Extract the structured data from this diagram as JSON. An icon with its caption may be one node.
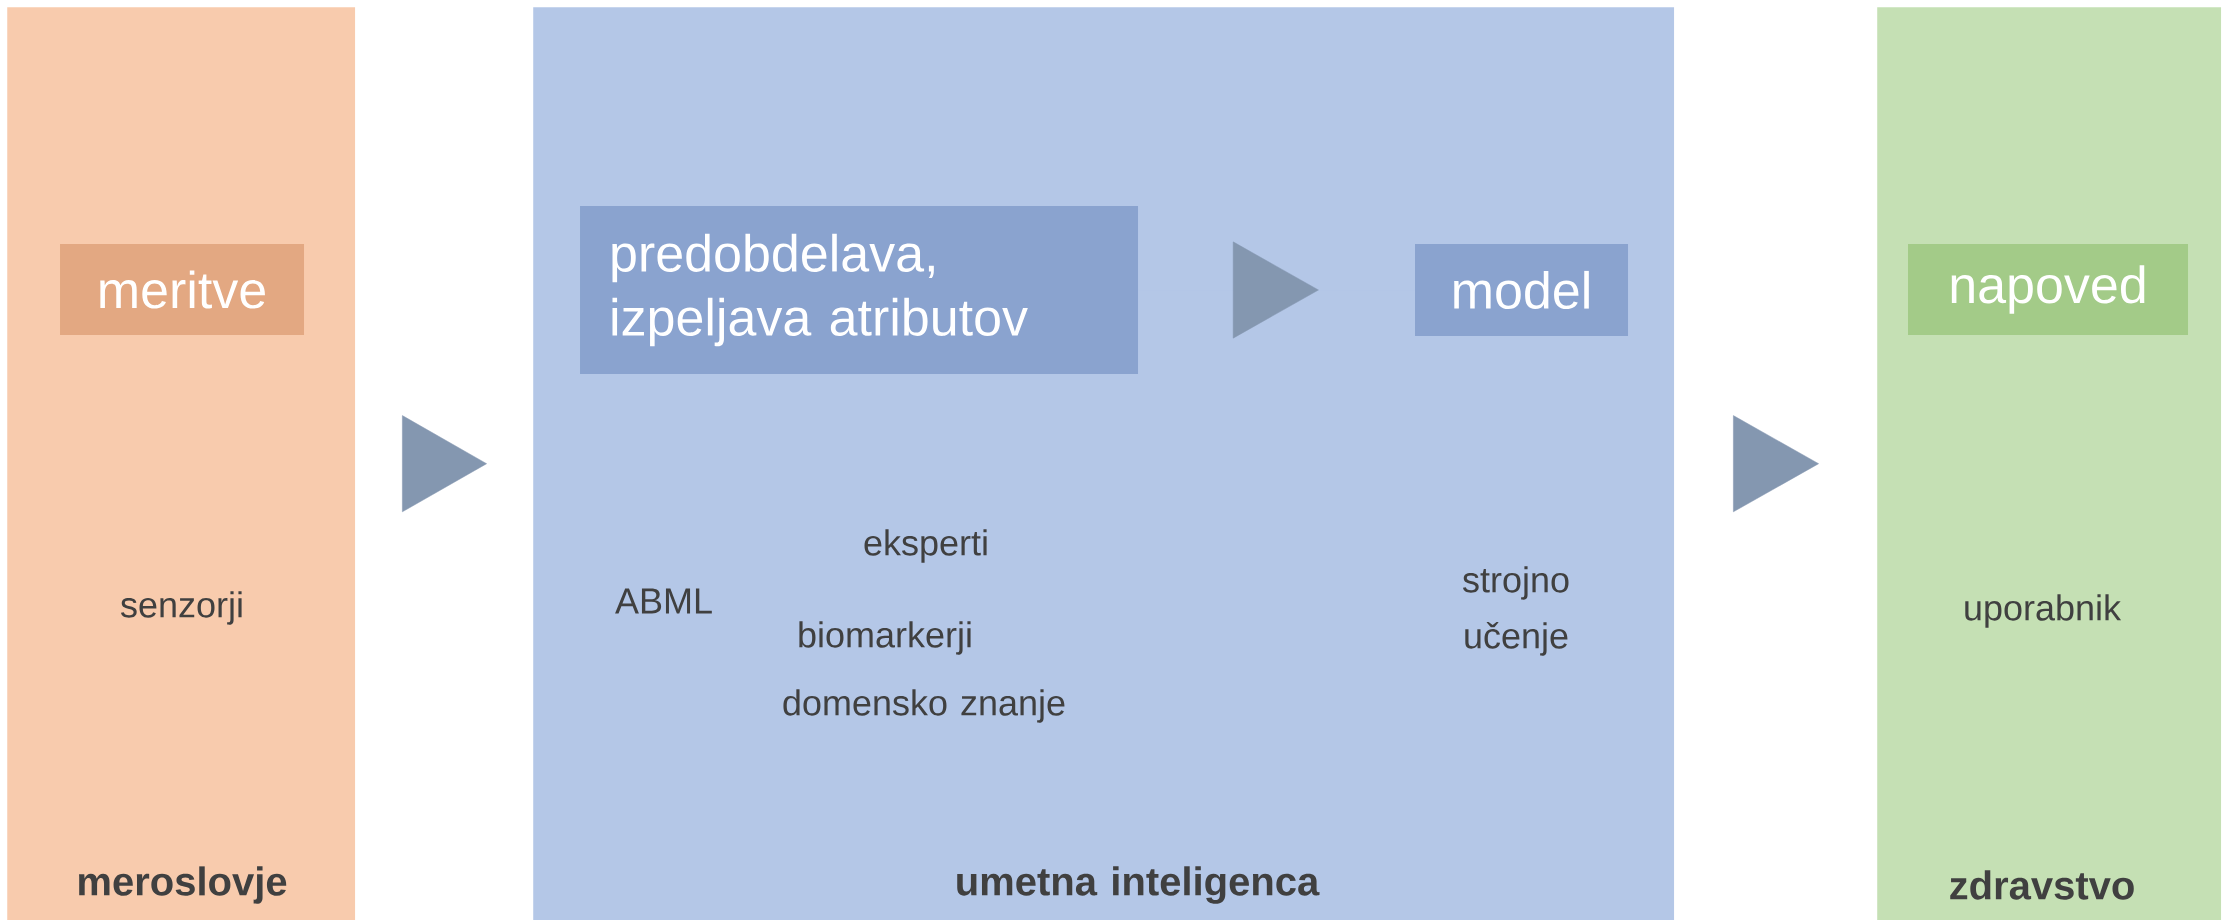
{
  "diagram": {
    "nodes": [
      {
        "text": [
          "senzorji",
          "meroslovje"
        ]
      },
      {
        "text": [
          "meritve"
        ],
        "in": 0
      },
      {
        "text": [
          "eksperti",
          "ABML",
          "biomarkerji",
          "domensko znanje",
          "strojno učenje",
          "umetna inteligenca"
        ]
      },
      {
        "text": [
          "predobdelava, izpeljava atributov"
        ],
        "in": 2
      },
      {
        "text": [
          "model"
        ],
        "in": 2
      },
      {
        "text": [
          "uporabnik",
          "zdravstvo"
        ]
      },
      {
        "text": [
          "napoved"
        ],
        "in": 5
      }
    ],
    "edges": [
      {
        "from": 0,
        "to": 2,
        "arrow": "to"
      },
      {
        "from": 3,
        "to": 4,
        "arrow": "to"
      },
      {
        "from": 2,
        "to": 5,
        "arrow": "to"
      }
    ]
  }
}
